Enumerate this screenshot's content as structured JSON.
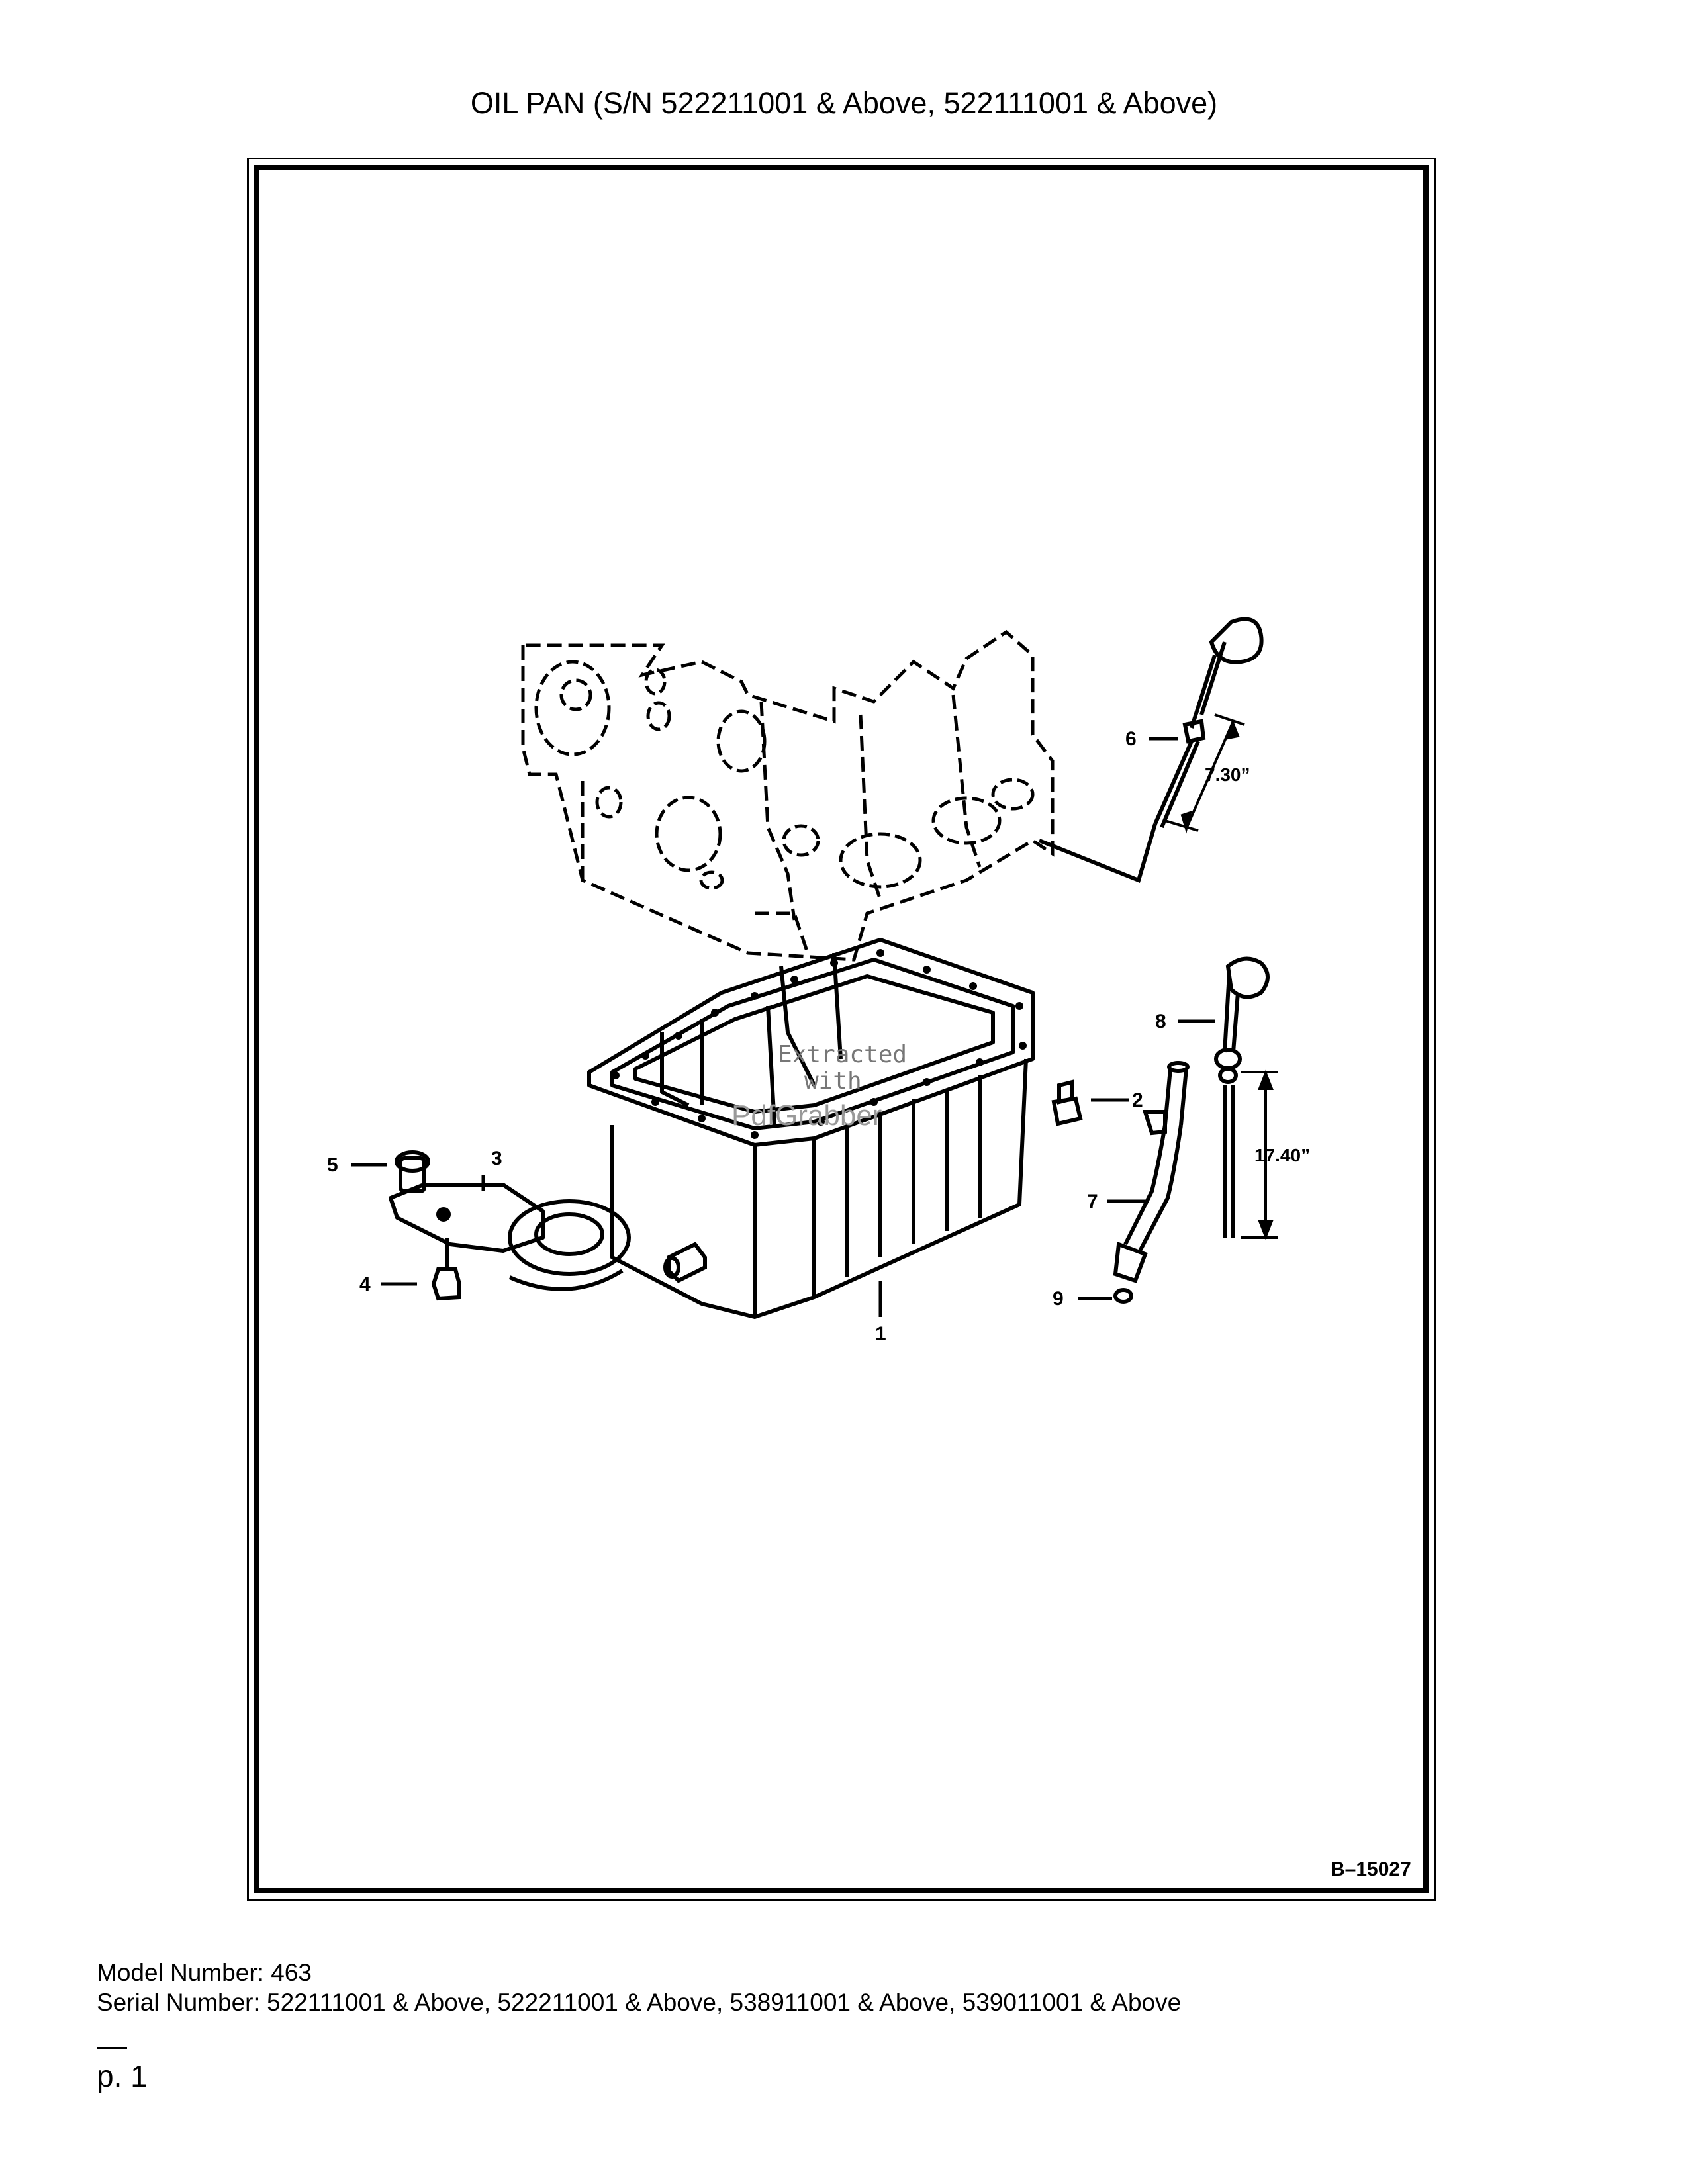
{
  "title": "OIL PAN (S/N 522211001 & Above, 522111001 & Above)",
  "diagram": {
    "figure_number": "B–15027",
    "callouts": [
      "1",
      "2",
      "3",
      "4",
      "5",
      "6",
      "7",
      "8",
      "9"
    ],
    "dimensions": {
      "upper_dipstick": "7.30”",
      "lower_dipstick": "17.40”"
    },
    "watermark": {
      "line1": "Extracted",
      "line2": "with",
      "line3": "PdfGrabber"
    }
  },
  "footer": {
    "model": "Model Number: 463",
    "serial": "Serial Number: 522111001 & Above, 522211001 & Above, 538911001 & Above, 539011001 & Above"
  },
  "page": "p. 1"
}
